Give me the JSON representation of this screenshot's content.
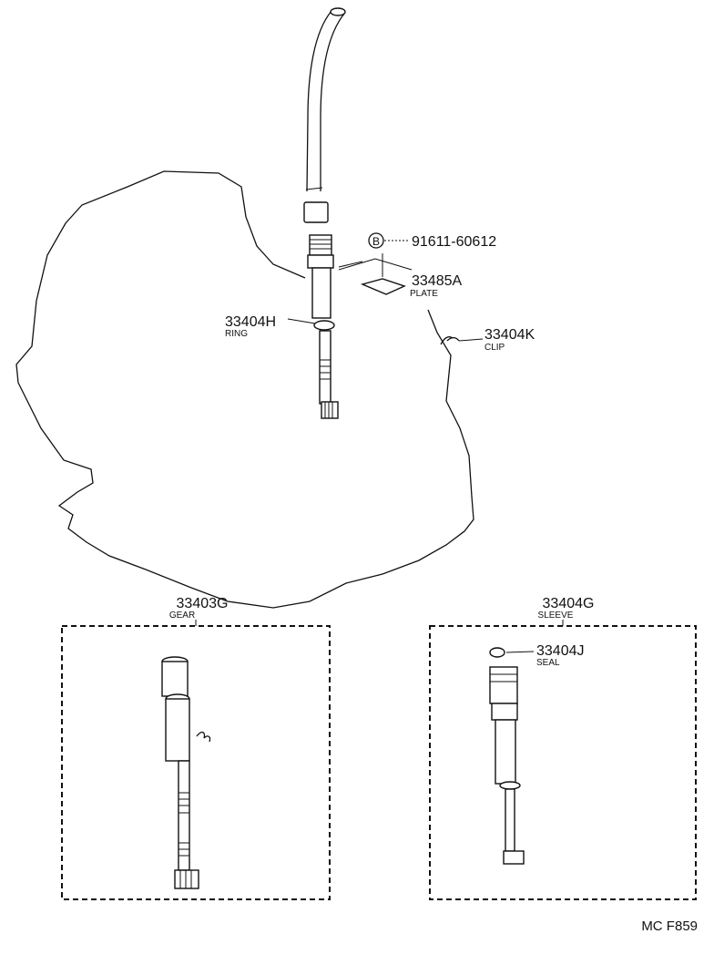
{
  "diagram": {
    "callouts": {
      "bolt": {
        "symbol": "B",
        "part_number": "91611-60612"
      },
      "plate": {
        "part_number": "33485A",
        "name": "PLATE"
      },
      "ring": {
        "part_number": "33404H",
        "name": "RING"
      },
      "clip": {
        "part_number": "33404K",
        "name": "CLIP"
      },
      "gear": {
        "part_number": "33403G",
        "name": "GEAR"
      },
      "sleeve": {
        "part_number": "33404G",
        "name": "SLEEVE"
      },
      "seal": {
        "part_number": "33404J",
        "name": "SEAL"
      }
    },
    "figure_code": "MC F859"
  }
}
